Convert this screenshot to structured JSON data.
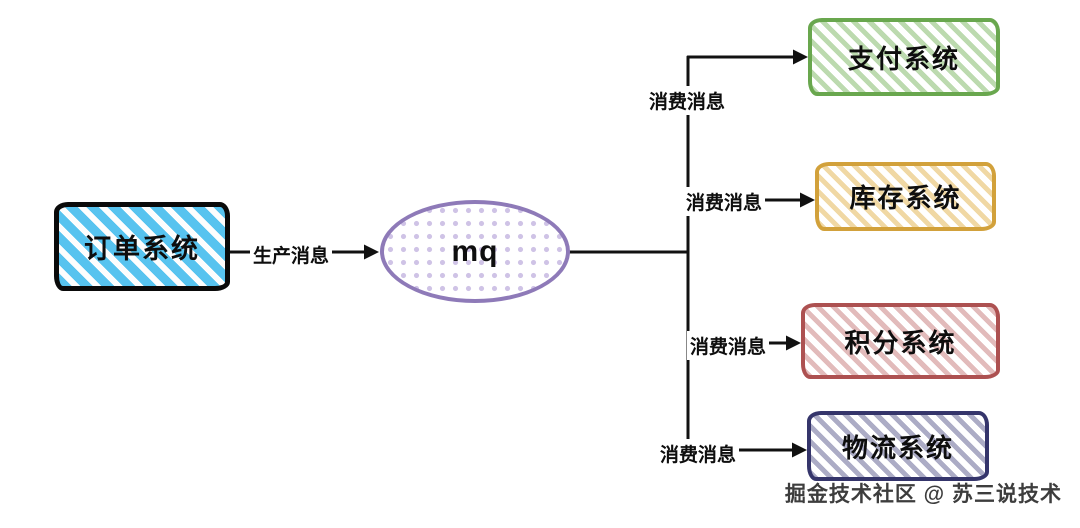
{
  "diagram": {
    "producer": {
      "label": "订单系统",
      "color": "#57c3ef"
    },
    "queue": {
      "label": "mq",
      "color": "#8e7ab8"
    },
    "edges": {
      "produce_label": "生产消息",
      "consume_label": "消费消息",
      "line_color": "#111111"
    },
    "consumers": [
      {
        "label": "支付系统",
        "edge_label": "消费消息",
        "color": "#69a74e"
      },
      {
        "label": "库存系统",
        "edge_label": "消费消息",
        "color": "#d2a13b"
      },
      {
        "label": "积分系统",
        "edge_label": "消费消息",
        "color": "#ad5151"
      },
      {
        "label": "物流系统",
        "edge_label": "消费消息",
        "color": "#35356b"
      }
    ],
    "watermark": "掘金技术社区 @ 苏三说技术"
  }
}
